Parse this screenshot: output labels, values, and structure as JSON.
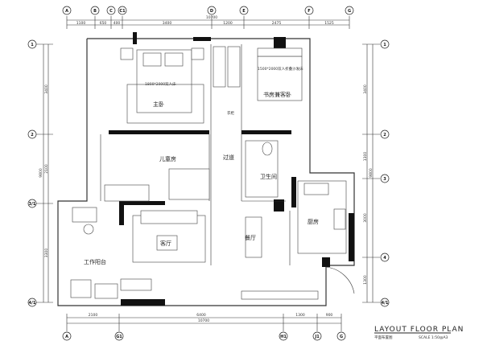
{
  "grid_top": [
    {
      "label": "A"
    },
    {
      "label": "B"
    },
    {
      "label": "C"
    },
    {
      "label": "C1"
    },
    {
      "label": "D"
    },
    {
      "label": "E"
    },
    {
      "label": "F"
    },
    {
      "label": "G"
    }
  ],
  "dims_top": {
    "segments": [
      "1100",
      "650",
      "400",
      "3400",
      "1200",
      "2475",
      "1525"
    ],
    "total": "10700"
  },
  "grid_bottom": [
    {
      "label": "A"
    },
    {
      "label": "G1"
    },
    {
      "label": "H1"
    },
    {
      "label": "J1"
    },
    {
      "label": "G"
    }
  ],
  "dims_bottom": {
    "segments": [
      "2100",
      "6400",
      "1300",
      "900"
    ],
    "total": "10700"
  },
  "grid_left": [
    {
      "label": "1"
    },
    {
      "label": "2"
    },
    {
      "label": "3/1"
    },
    {
      "label": "4/1"
    }
  ],
  "dims_left": {
    "segments": [
      "3400",
      "2100",
      "3300"
    ],
    "total": "9800"
  },
  "grid_right": [
    {
      "label": "1"
    },
    {
      "label": "2"
    },
    {
      "label": "3"
    },
    {
      "label": "4"
    },
    {
      "label": "4/1"
    }
  ],
  "dims_right": {
    "segments": [
      "3400",
      "1300",
      "3000",
      "1300"
    ],
    "total": "9800"
  },
  "rooms": {
    "master": "主卧",
    "study": "书房兼客卧",
    "kids": "儿童房",
    "corridor": "过道",
    "bath": "卫生间",
    "kitchen": "厨房",
    "living": "客厅",
    "dining": "餐厅",
    "balcony": "工作阳台"
  },
  "notes": {
    "bed_master": "1800*2000双人床",
    "bed_study": "1500*2000双人折叠沙发床",
    "wardrobe": "衣柜"
  },
  "title_block": {
    "title": "LAYOUT FLOOR PLAN",
    "subtitle": "平面布置图",
    "scale": "SCALE 1:50@A3"
  }
}
